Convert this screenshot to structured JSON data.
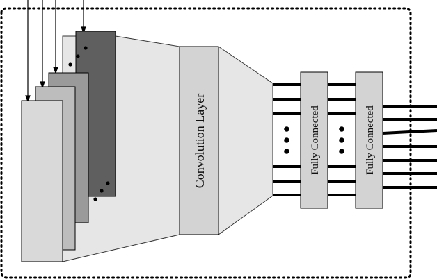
{
  "diagram": {
    "convolution_label": "Convolution Layer",
    "fc1_label": "Fully Connected",
    "fc2_label": "Fully Connected"
  },
  "colors": {
    "background": "#ffffff",
    "input_layer_light": "#d9d9d9",
    "input_layer_mid": "#bdbdbd",
    "input_layer_gray": "#9a9a9a",
    "input_layer_dark": "#5f5f5f",
    "funnel": "#e6e6e6",
    "block": "#d3d3d3",
    "line": "#000000"
  },
  "structure": {
    "input_channels": 4,
    "fc_layers": 2,
    "output_lines": 7
  }
}
